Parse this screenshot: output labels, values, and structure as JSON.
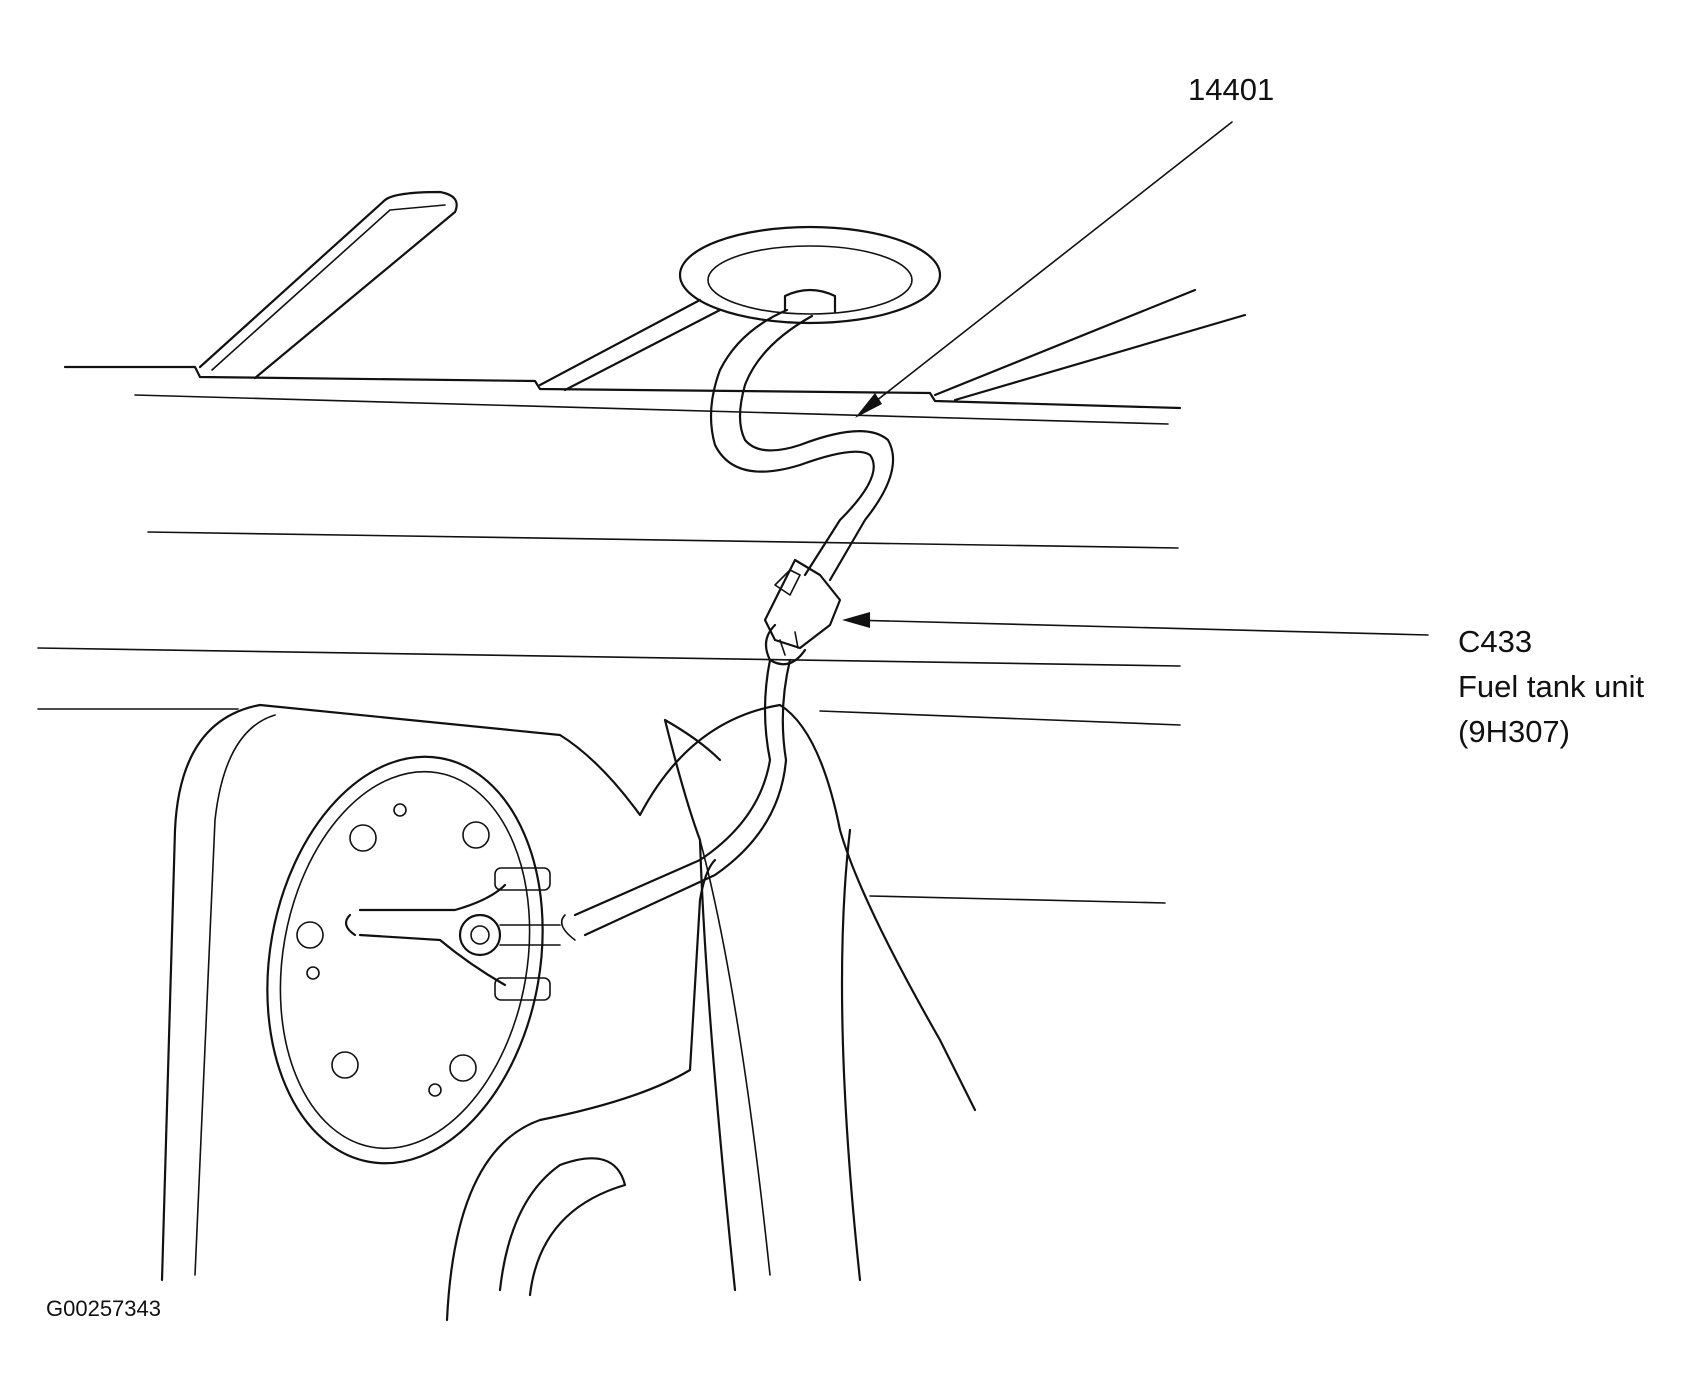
{
  "callouts": {
    "wiring_harness": "14401",
    "connector": {
      "id": "C433",
      "desc_line1": "Fuel tank unit",
      "desc_line2": "(9H307)"
    }
  },
  "figure_id": "G00257343"
}
